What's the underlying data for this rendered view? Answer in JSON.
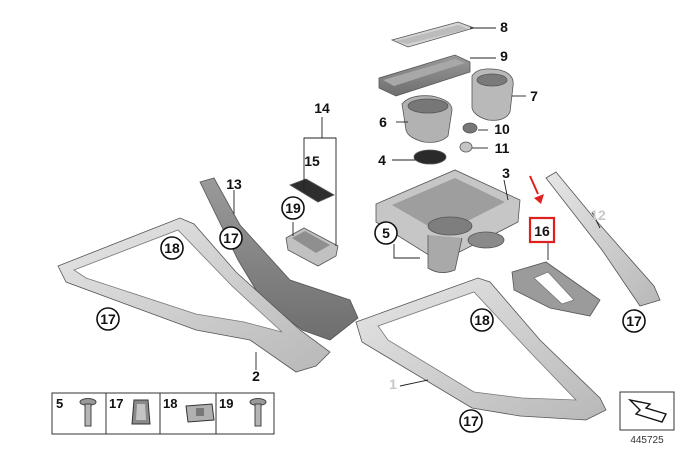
{
  "diagram": {
    "callouts": [
      {
        "id": "c8",
        "label": "8",
        "circled": false,
        "faded": false
      },
      {
        "id": "c9",
        "label": "9",
        "circled": false,
        "faded": false
      },
      {
        "id": "c7",
        "label": "7",
        "circled": false,
        "faded": false
      },
      {
        "id": "c6",
        "label": "6",
        "circled": false,
        "faded": false
      },
      {
        "id": "c10",
        "label": "10",
        "circled": false,
        "faded": false
      },
      {
        "id": "c11",
        "label": "11",
        "circled": false,
        "faded": false
      },
      {
        "id": "c4",
        "label": "4",
        "circled": false,
        "faded": false
      },
      {
        "id": "c3",
        "label": "3",
        "circled": false,
        "faded": false
      },
      {
        "id": "c14",
        "label": "14",
        "circled": false,
        "faded": false
      },
      {
        "id": "c15",
        "label": "15",
        "circled": false,
        "faded": false
      },
      {
        "id": "c13",
        "label": "13",
        "circled": false,
        "faded": false
      },
      {
        "id": "c12",
        "label": "12",
        "circled": false,
        "faded": true
      },
      {
        "id": "c2",
        "label": "2",
        "circled": false,
        "faded": false
      },
      {
        "id": "c1",
        "label": "1",
        "circled": false,
        "faded": true
      },
      {
        "id": "c19",
        "label": "19",
        "circled": true,
        "faded": false
      },
      {
        "id": "c17a",
        "label": "17",
        "circled": true,
        "faded": false
      },
      {
        "id": "c18a",
        "label": "18",
        "circled": true,
        "faded": false
      },
      {
        "id": "c17b",
        "label": "17",
        "circled": true,
        "faded": false
      },
      {
        "id": "c5",
        "label": "5",
        "circled": true,
        "faded": false
      },
      {
        "id": "c18b",
        "label": "18",
        "circled": true,
        "faded": false
      },
      {
        "id": "c17c",
        "label": "17",
        "circled": true,
        "faded": false
      },
      {
        "id": "c17d",
        "label": "17",
        "circled": true,
        "faded": false
      }
    ],
    "highlight": {
      "label": "16",
      "color": "#e0201f"
    },
    "legend": [
      {
        "label": "5"
      },
      {
        "label": "17"
      },
      {
        "label": "18"
      },
      {
        "label": "19"
      }
    ],
    "drawing_number": "445725",
    "colors": {
      "part": "#c9c9c9",
      "part_dark": "#8c8c8c",
      "line": "#333333",
      "accent": "#e0201f"
    }
  }
}
